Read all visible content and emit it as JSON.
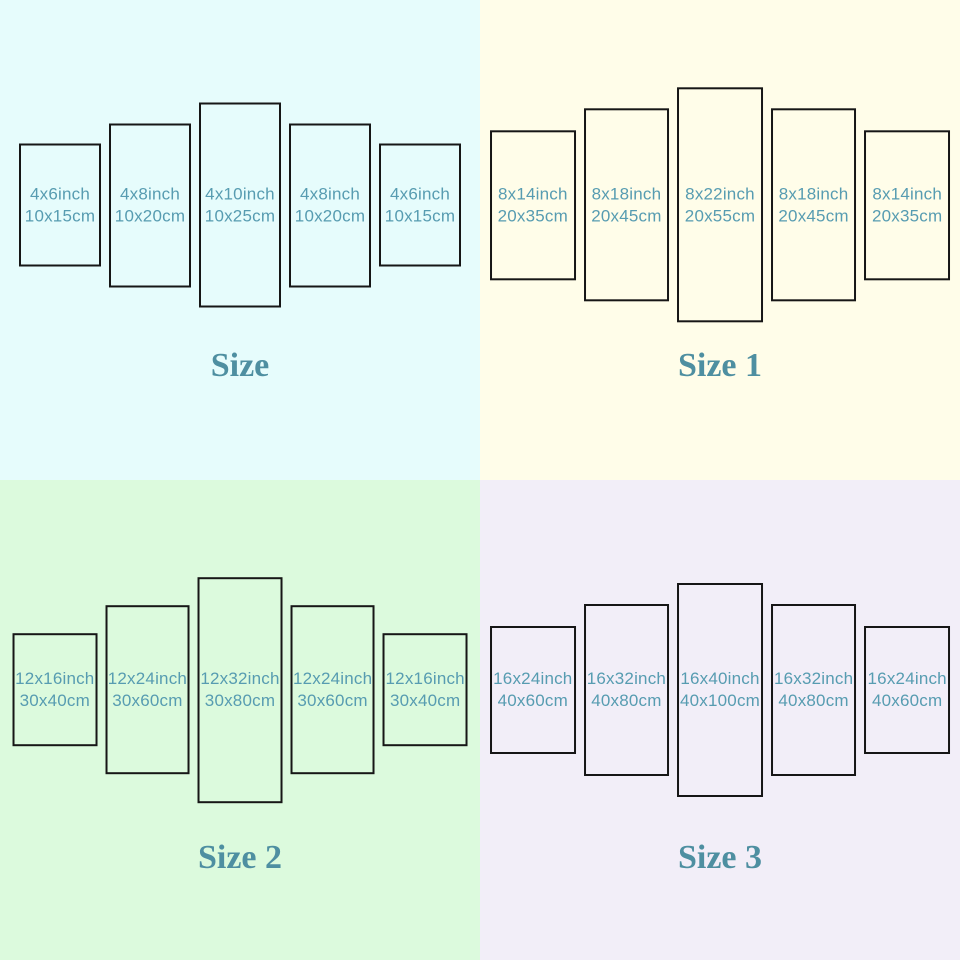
{
  "colors": {
    "title_text": "#4e8fa1",
    "panel_text": "#579cb1",
    "panel_border": "#161616",
    "quadrant_backgrounds": {
      "size": "#e6fcfc",
      "size_1": "#fffde9",
      "size_2": "#dcfadd",
      "size_3": "#f2eef8"
    }
  },
  "quadrants": [
    {
      "title": "Size",
      "background": "#e6fcfc",
      "panels": [
        {
          "line1": "4x6inch",
          "line2": "10x15cm",
          "width_in": 4,
          "height_in": 6
        },
        {
          "line1": "4x8inch",
          "line2": "10x20cm",
          "width_in": 4,
          "height_in": 8
        },
        {
          "line1": "4x10inch",
          "line2": "10x25cm",
          "width_in": 4,
          "height_in": 10
        },
        {
          "line1": "4x8inch",
          "line2": "10x20cm",
          "width_in": 4,
          "height_in": 8
        },
        {
          "line1": "4x6inch",
          "line2": "10x15cm",
          "width_in": 4,
          "height_in": 6
        }
      ]
    },
    {
      "title": "Size 1",
      "background": "#fffde9",
      "panels": [
        {
          "line1": "8x14inch",
          "line2": "20x35cm",
          "width_in": 8,
          "height_in": 14
        },
        {
          "line1": "8x18inch",
          "line2": "20x45cm",
          "width_in": 8,
          "height_in": 18
        },
        {
          "line1": "8x22inch",
          "line2": "20x55cm",
          "width_in": 8,
          "height_in": 22
        },
        {
          "line1": "8x18inch",
          "line2": "20x45cm",
          "width_in": 8,
          "height_in": 18
        },
        {
          "line1": "8x14inch",
          "line2": "20x35cm",
          "width_in": 8,
          "height_in": 14
        }
      ]
    },
    {
      "title": "Size 2",
      "background": "#dcfadd",
      "panels": [
        {
          "line1": "12x16inch",
          "line2": "30x40cm",
          "width_in": 12,
          "height_in": 16
        },
        {
          "line1": "12x24inch",
          "line2": "30x60cm",
          "width_in": 12,
          "height_in": 24
        },
        {
          "line1": "12x32inch",
          "line2": "30x80cm",
          "width_in": 12,
          "height_in": 32
        },
        {
          "line1": "12x24inch",
          "line2": "30x60cm",
          "width_in": 12,
          "height_in": 24
        },
        {
          "line1": "12x16inch",
          "line2": "30x40cm",
          "width_in": 12,
          "height_in": 16
        }
      ]
    },
    {
      "title": "Size 3",
      "background": "#f2eef8",
      "panels": [
        {
          "line1": "16x24inch",
          "line2": "40x60cm",
          "width_in": 16,
          "height_in": 24
        },
        {
          "line1": "16x32inch",
          "line2": "40x80cm",
          "width_in": 16,
          "height_in": 32
        },
        {
          "line1": "16x40inch",
          "line2": "40x100cm",
          "width_in": 16,
          "height_in": 40
        },
        {
          "line1": "16x32inch",
          "line2": "40x80cm",
          "width_in": 16,
          "height_in": 32
        },
        {
          "line1": "16x24inch",
          "line2": "40x60cm",
          "width_in": 16,
          "height_in": 24
        }
      ]
    }
  ]
}
